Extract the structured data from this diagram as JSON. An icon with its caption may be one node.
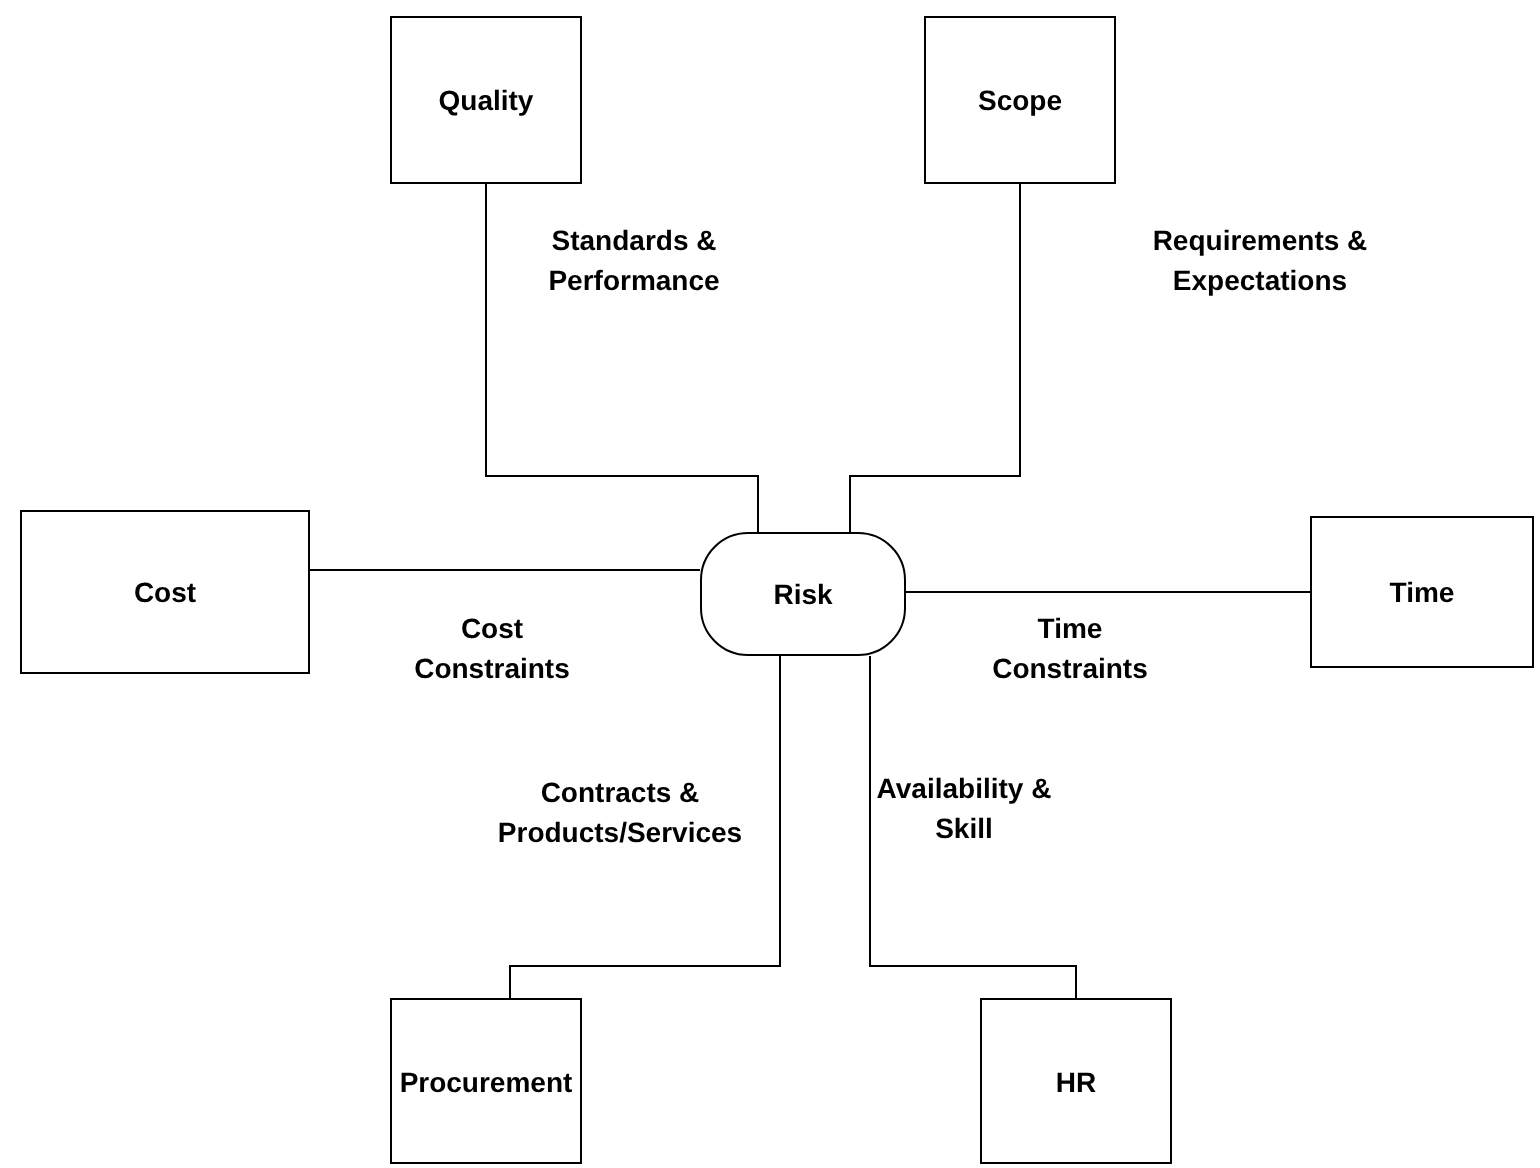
{
  "diagram": {
    "nodes": [
      {
        "text": [
          "Quality"
        ]
      },
      {
        "text": [
          "Scope"
        ]
      },
      {
        "text": [
          "Cost"
        ]
      },
      {
        "text": [
          "Risk"
        ]
      },
      {
        "text": [
          "Time"
        ]
      },
      {
        "text": [
          "Procurement"
        ]
      },
      {
        "text": [
          "HR"
        ]
      }
    ],
    "edges": [
      {
        "from": 0,
        "to": 3,
        "arrow": "none",
        "label": "Standards & Performance"
      },
      {
        "from": 1,
        "to": 3,
        "arrow": "none",
        "label": "Requirements & Expectations"
      },
      {
        "from": 2,
        "to": 3,
        "arrow": "none",
        "label": "Cost Constraints"
      },
      {
        "from": 3,
        "to": 4,
        "arrow": "none",
        "label": "Time Constraints"
      },
      {
        "from": 3,
        "to": 5,
        "arrow": "none",
        "label": "Contracts & Products/Services"
      },
      {
        "from": 3,
        "to": 6,
        "arrow": "none",
        "label": "Availability & Skill"
      }
    ]
  }
}
